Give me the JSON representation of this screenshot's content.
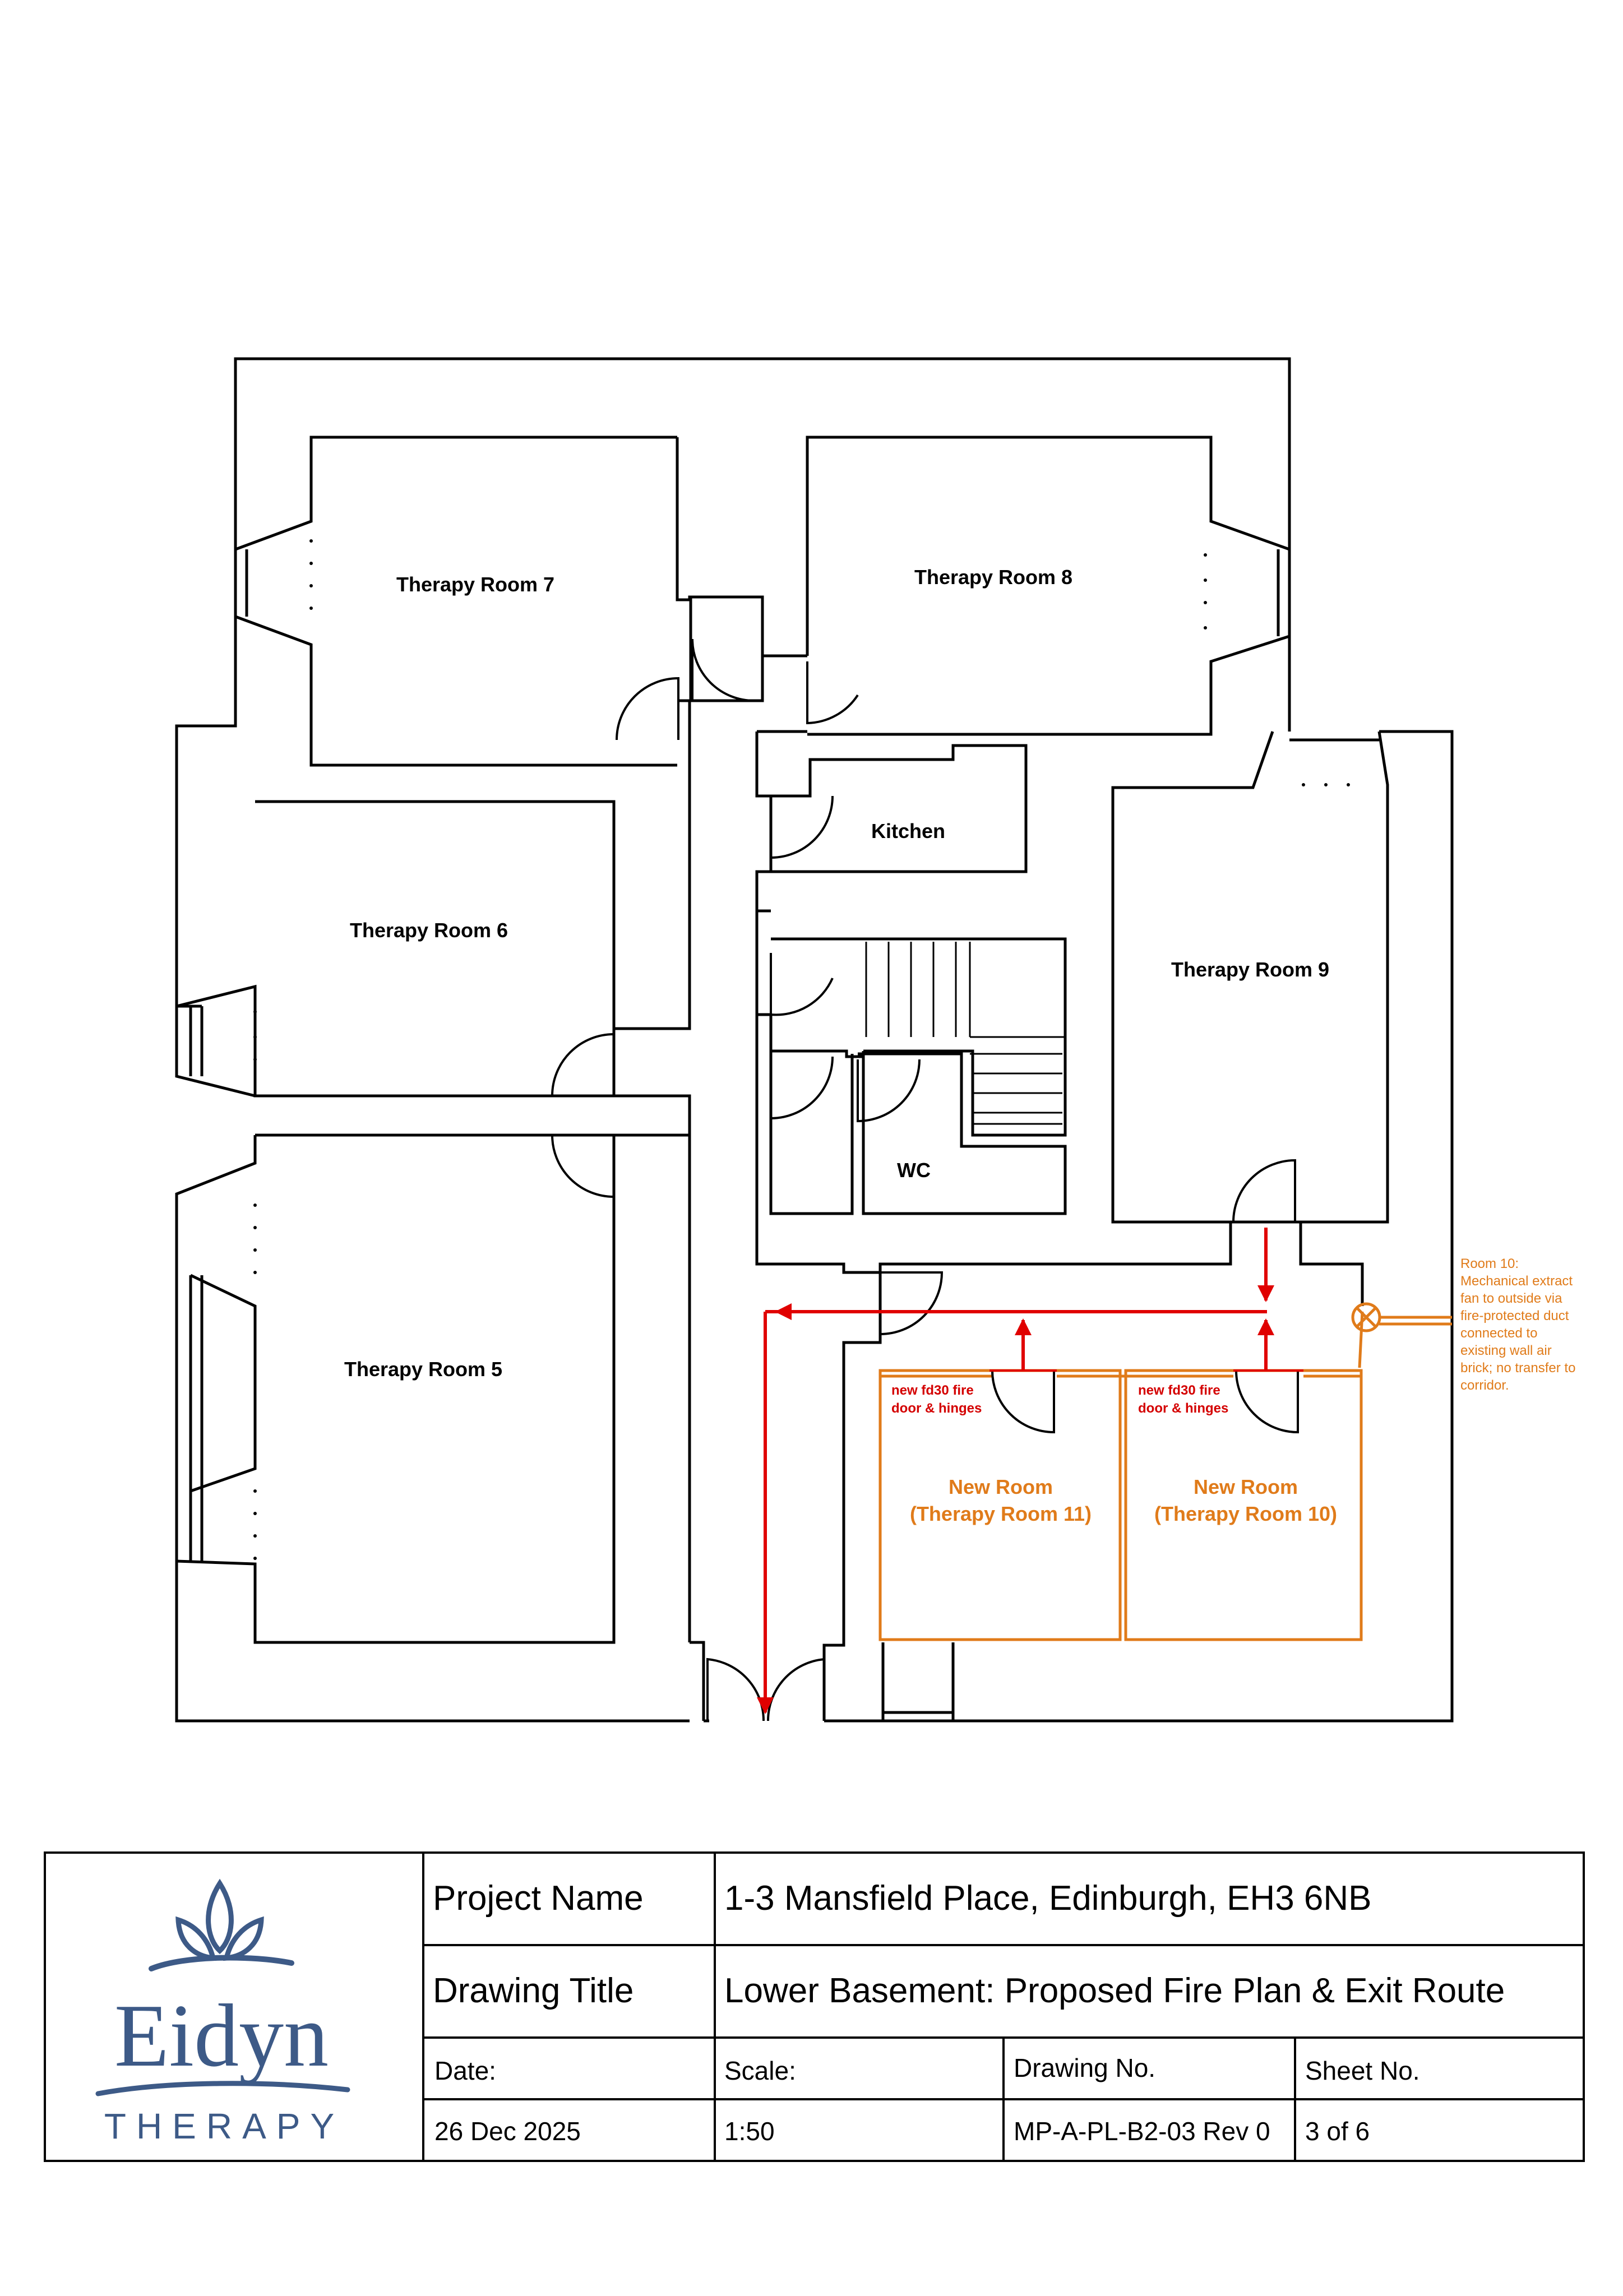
{
  "colors": {
    "wall": "#000000",
    "new_room": "#e07b1a",
    "exit_route": "#e00000",
    "brand": "#3d5a87"
  },
  "rooms": {
    "therapy_room_7": "Therapy Room 7",
    "therapy_room_8": "Therapy Room 8",
    "kitchen": "Kitchen",
    "therapy_room_6": "Therapy Room 6",
    "therapy_room_9": "Therapy Room 9",
    "wc": "WC",
    "therapy_room_5": "Therapy Room 5",
    "new_room_11_line1": "New Room",
    "new_room_11_line2": "(Therapy Room 11)",
    "new_room_10_line1": "New Room",
    "new_room_10_line2": "(Therapy Room 10)"
  },
  "notes": {
    "fire_door_11_line1": "new fd30 fire",
    "fire_door_11_line2": "door & hinges",
    "fire_door_10_line1": "new fd30 fire",
    "fire_door_10_line2": "door & hinges",
    "vent_lines": [
      "Room 10:",
      "Mechanical extract",
      "fan to outside via",
      "fire-protected duct",
      "connected to",
      "existing wall air",
      "brick; no transfer to",
      "corridor."
    ]
  },
  "title_block": {
    "logo_word": "Eidyn",
    "logo_sub": "THERAPY",
    "project_name_label": "Project Name",
    "project_name_value": "1-3 Mansfield Place, Edinburgh, EH3 6NB",
    "drawing_title_label": "Drawing Title",
    "drawing_title_value": "Lower Basement: Proposed Fire Plan & Exit Route",
    "date_label": "Date:",
    "scale_label": "Scale:",
    "drawing_no_label": "Drawing No.",
    "sheet_no_label": "Sheet No.",
    "date_value": "26 Dec 2025",
    "scale_value": "1:50",
    "drawing_no_value": "MP-A-PL-B2-03 Rev 0",
    "sheet_no_value": "3 of 6"
  }
}
